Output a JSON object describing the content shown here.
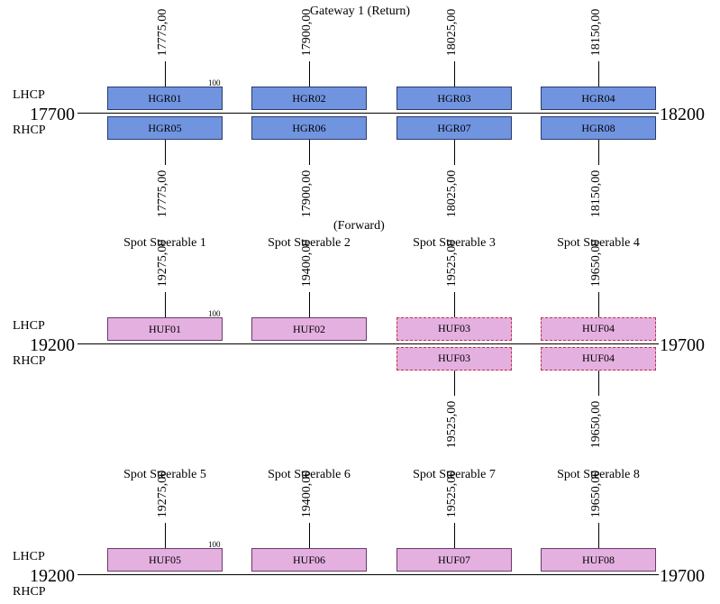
{
  "sections": [
    {
      "title": "Gateway 1 (Return)",
      "pol_top": "LHCP",
      "pol_bottom": "RHCP",
      "freq_left": "17700",
      "freq_right": "18200",
      "bw_label": "100",
      "columns": [
        {
          "heading": "",
          "top": {
            "label": "HGR01",
            "freq": "17775,00",
            "style": "gw"
          },
          "bottom": {
            "label": "HGR05",
            "freq": "17775,00",
            "style": "gw"
          }
        },
        {
          "heading": "",
          "top": {
            "label": "HGR02",
            "freq": "17900,00",
            "style": "gw"
          },
          "bottom": {
            "label": "HGR06",
            "freq": "17900,00",
            "style": "gw"
          }
        },
        {
          "heading": "",
          "top": {
            "label": "HGR03",
            "freq": "18025,00",
            "style": "gw"
          },
          "bottom": {
            "label": "HGR07",
            "freq": "18025,00",
            "style": "gw"
          }
        },
        {
          "heading": "",
          "top": {
            "label": "HGR04",
            "freq": "18150,00",
            "style": "gw"
          },
          "bottom": {
            "label": "HGR08",
            "freq": "18150,00",
            "style": "gw"
          }
        }
      ]
    },
    {
      "title": "(Forward)",
      "pol_top": "LHCP",
      "pol_bottom": "RHCP",
      "freq_left": "19200",
      "freq_right": "19700",
      "bw_label": "100",
      "columns": [
        {
          "heading": "Spot Steerable 1",
          "top": {
            "label": "HUF01",
            "freq": "19275,00",
            "style": "spot"
          },
          "bottom": null
        },
        {
          "heading": "Spot Steerable 2",
          "top": {
            "label": "HUF02",
            "freq": "19400,00",
            "style": "spot"
          },
          "bottom": null
        },
        {
          "heading": "Spot Steerable 3",
          "top": {
            "label": "HUF03",
            "freq": "19525,00",
            "style": "spot-dashed"
          },
          "bottom": {
            "label": "HUF03",
            "freq": "19525,00",
            "style": "spot-dashed"
          }
        },
        {
          "heading": "Spot Steerable 4",
          "top": {
            "label": "HUF04",
            "freq": "19650,00",
            "style": "spot-dashed"
          },
          "bottom": {
            "label": "HUF04",
            "freq": "19650,00",
            "style": "spot-dashed"
          }
        }
      ]
    },
    {
      "title": "",
      "pol_top": "LHCP",
      "pol_bottom": "RHCP",
      "freq_left": "19200",
      "freq_right": "19700",
      "bw_label": "100",
      "columns": [
        {
          "heading": "Spot Steerable 5",
          "top": {
            "label": "HUF05",
            "freq": "19275,00",
            "style": "spot"
          },
          "bottom": null
        },
        {
          "heading": "Spot Steerable 6",
          "top": {
            "label": "HUF06",
            "freq": "19400,00",
            "style": "spot"
          },
          "bottom": null
        },
        {
          "heading": "Spot Steerable 7",
          "top": {
            "label": "HUF07",
            "freq": "19525,00",
            "style": "spot"
          },
          "bottom": null
        },
        {
          "heading": "Spot Steerable 8",
          "top": {
            "label": "HUF08",
            "freq": "19650,00",
            "style": "spot"
          },
          "bottom": null
        }
      ]
    }
  ],
  "colors": {
    "gateway_carrier": "#7094e0",
    "spot_carrier": "#e4b0e0",
    "dashed_border": "#c0304a"
  }
}
